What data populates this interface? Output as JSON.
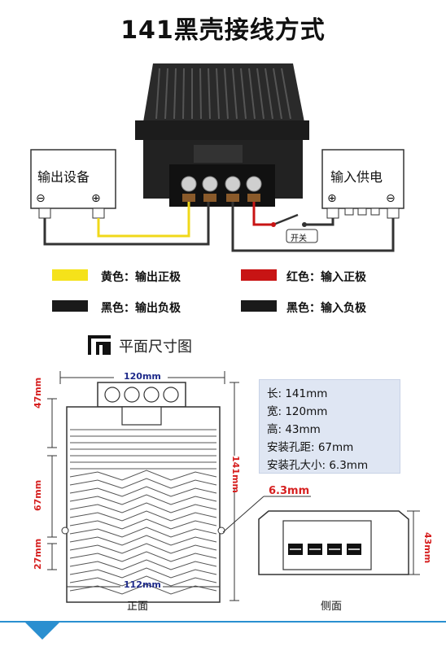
{
  "title": "141黑壳接线方式",
  "output_device": {
    "label": "输出设备",
    "minus": "⊖",
    "plus": "⊕"
  },
  "input_power": {
    "label": "输入供电",
    "plus": "⊕",
    "minus": "⊖"
  },
  "switch_label": "开关",
  "legend": [
    {
      "text": "黄色：输出正极",
      "color": "#f5e21a"
    },
    {
      "text": "黑色：输出负极",
      "color": "#1a1a1a"
    },
    {
      "text": "红色：输入正极",
      "color": "#c81414"
    },
    {
      "text": "黑色：输入负极",
      "color": "#1a1a1a"
    }
  ],
  "plan_title": "平面尺寸图",
  "dims": {
    "top_width": "120mm",
    "bottom_width": "112mm",
    "height_top": "47mm",
    "height_mid": "67mm",
    "height_bottom": "27mm",
    "length": "141mm",
    "hole": "6.3mm",
    "side_height": "43mm"
  },
  "specs": [
    "长: 141mm",
    "宽: 120mm",
    "高: 43mm",
    "安装孔距: 67mm",
    "安装孔大小: 6.3mm"
  ],
  "views": {
    "front": "正面",
    "side": "侧面"
  },
  "colors": {
    "red_dim": "#d62020",
    "blue_dim": "#1e2a8a",
    "spec_bg": "#dfe6f3"
  }
}
